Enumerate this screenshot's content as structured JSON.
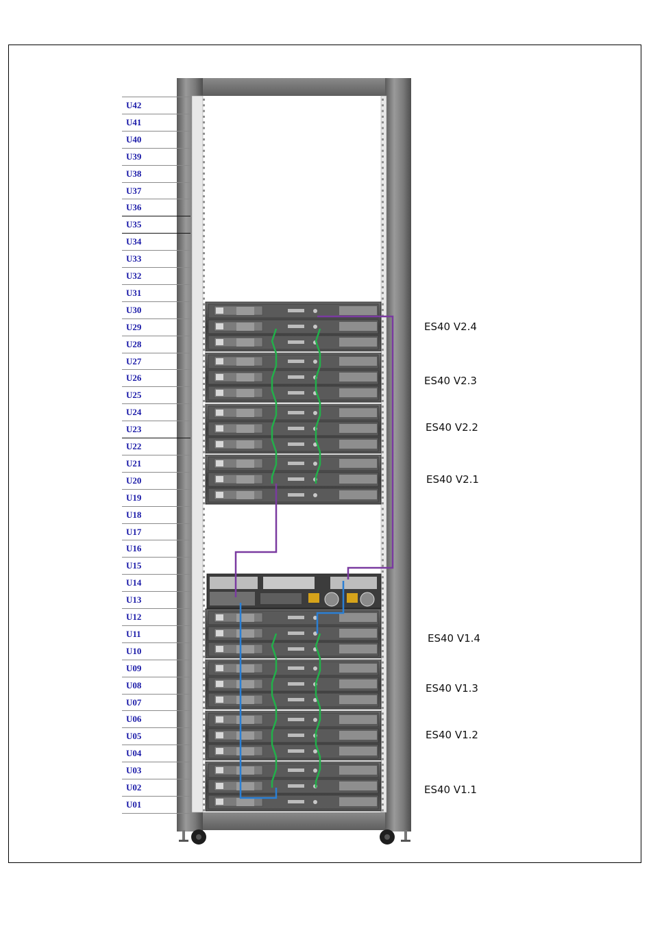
{
  "rack": {
    "units": [
      "U42",
      "U41",
      "U40",
      "U39",
      "U38",
      "U37",
      "U36",
      "U35",
      "U34",
      "U33",
      "U32",
      "U31",
      "U30",
      "U29",
      "U28",
      "U27",
      "U26",
      "U25",
      "U24",
      "U23",
      "U22",
      "U21",
      "U20",
      "U19",
      "U18",
      "U17",
      "U16",
      "U15",
      "U14",
      "U13",
      "U12",
      "U11",
      "U10",
      "U09",
      "U08",
      "U07",
      "U06",
      "U05",
      "U04",
      "U03",
      "U02",
      "U01"
    ]
  },
  "devices": [
    {
      "label": "ES40 V2.4"
    },
    {
      "label": "ES40 V2.3"
    },
    {
      "label": "ES40 V2.2"
    },
    {
      "label": "ES40 V2.1"
    },
    {
      "label": "ES40 V1.4"
    },
    {
      "label": "ES40 V1.3"
    },
    {
      "label": "ES40 V1.2"
    },
    {
      "label": "ES40 V1.1"
    }
  ],
  "colors": {
    "unit_label": "#1a1aa8",
    "green_cable": "#22b04a",
    "purple_cable": "#7a3aa0",
    "blue_cable": "#2a7fd4",
    "rack_frame": "#6e6e6e",
    "server_body": "#4a4a4a"
  }
}
